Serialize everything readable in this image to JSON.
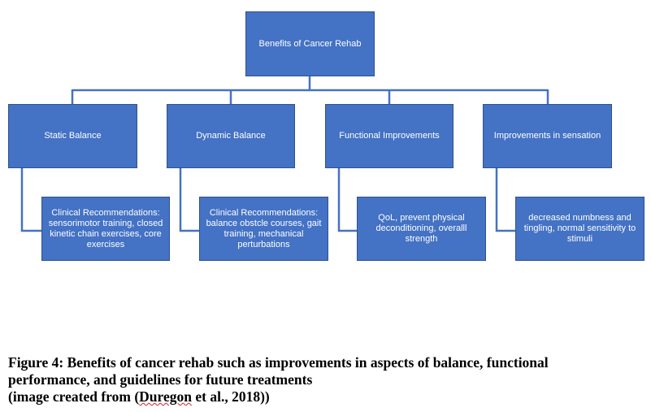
{
  "diagram": {
    "root": {
      "label": "Benefits of Cancer Rehab"
    },
    "categories": [
      {
        "label": "Static Balance",
        "detail": "Clinical Recommendations: sensorimotor training, closed kinetic chain exercises, core exercises"
      },
      {
        "label": "Dynamic Balance",
        "detail": "Clinical Recommendations: balance obstcle courses, gait training, mechanical perturbations"
      },
      {
        "label": "Functional Improvements",
        "detail": "QoL, prevent physical deconditioning, overalll strength"
      },
      {
        "label": "Improvements in sensation",
        "detail": "decreased numbness and tingling, normal sensitivity to stimuli"
      }
    ],
    "colors": {
      "box_fill": "#4472C4",
      "box_border": "#2F528F",
      "connector": "#4472C4",
      "text": "#FFFFFF"
    }
  },
  "caption": {
    "line1": "Figure 4: Benefits of cancer rehab such as improvements in aspects of balance, functional",
    "line2": "performance, and guidelines for future treatments",
    "line3_prefix": "(image created from (",
    "line3_citation_author": "Duregon",
    "line3_suffix": " et al., 2018))"
  }
}
